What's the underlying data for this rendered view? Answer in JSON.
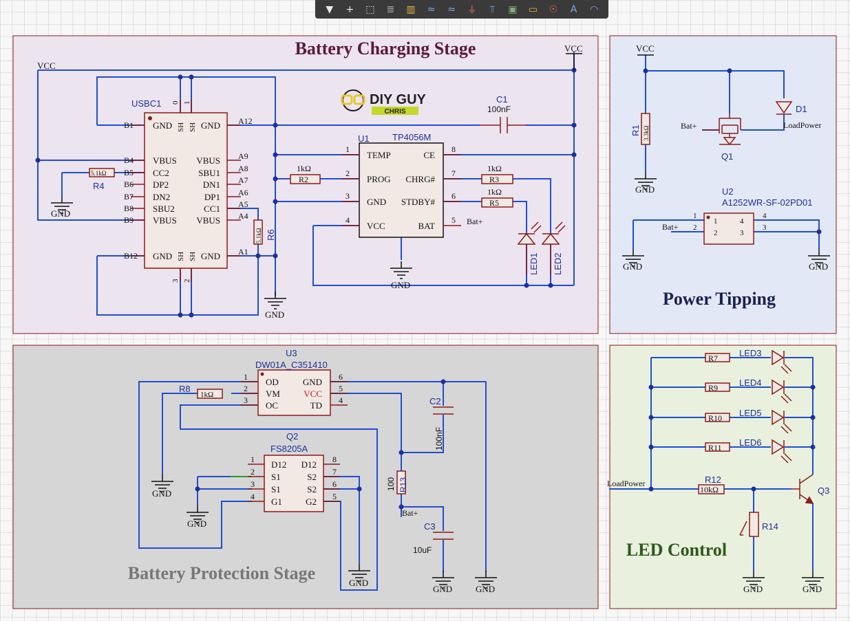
{
  "toolbar": {
    "tools": [
      {
        "name": "filter-icon",
        "glyph": "▼",
        "color": "#e8e8e8"
      },
      {
        "name": "crosshair-icon",
        "glyph": "+",
        "color": "#e8e8e8"
      },
      {
        "name": "select-box-icon",
        "glyph": "⬚",
        "color": "#e8e8e8"
      },
      {
        "name": "align-icon",
        "glyph": "≣",
        "color": "#aaaaaa"
      },
      {
        "name": "component-icon",
        "glyph": "▥",
        "color": "#e7b53b"
      },
      {
        "name": "wire-icon",
        "glyph": "≈",
        "color": "#7fa8e0"
      },
      {
        "name": "bus-icon",
        "glyph": "≈",
        "color": "#7fa8e0"
      },
      {
        "name": "ground-icon",
        "glyph": "⏚",
        "color": "#e26b5a"
      },
      {
        "name": "net-label-icon",
        "glyph": "⫪",
        "color": "#7fa8e0"
      },
      {
        "name": "net-port-icon",
        "glyph": "▣",
        "color": "#7fb07f"
      },
      {
        "name": "pin-icon",
        "glyph": "▭",
        "color": "#e7b53b"
      },
      {
        "name": "no-connect-icon",
        "glyph": "☉",
        "color": "#e26b5a"
      },
      {
        "name": "text-icon",
        "glyph": "A",
        "color": "#7fa8e0"
      },
      {
        "name": "arc-icon",
        "glyph": "◠",
        "color": "#7fa8e0"
      }
    ]
  },
  "colors": {
    "wire": "#1f4fd1",
    "symbol": "#8b1a1a",
    "text_blue": "#1f2f9a",
    "grid": "#c8c8c8",
    "pink_bg": "#ece4ef",
    "blue_bg": "#e2e8f5",
    "gray_bg": "#d6d6d6",
    "green_bg": "#e9f0de"
  },
  "titles": {
    "charging": "Battery Charging Stage",
    "tipping": "Power Tipping",
    "protection": "Battery Protection Stage",
    "led": "LED Control"
  },
  "logo": {
    "line1": "DIY GUY",
    "line2": "CHRIS"
  },
  "nets": {
    "vcc": "VCC",
    "gnd": "GND",
    "bat": "Bat+",
    "loadpower": "LoadPower"
  },
  "usbc1": {
    "ref": "USBC1",
    "pin_top": [
      "0",
      "1"
    ],
    "pin_bottom": [
      "3",
      "2"
    ],
    "left_pins": [
      "B1",
      "B4",
      "B5",
      "B6",
      "B7",
      "B8",
      "B9",
      "B12"
    ],
    "right_pins": [
      "A12",
      "A9",
      "A8",
      "A7",
      "A6",
      "A5",
      "A4",
      "A1"
    ],
    "left_names": [
      "GND",
      "VBUS",
      "CC2",
      "DP2",
      "DN2",
      "SBU2",
      "VBUS",
      "GND"
    ],
    "right_names": [
      "GND",
      "VBUS",
      "SBU1",
      "DN1",
      "DP1",
      "CC1",
      "VBUS",
      "GND"
    ],
    "sh": "SH"
  },
  "u1": {
    "ref": "U1",
    "part": "TP4056M",
    "left_pins": [
      "1",
      "2",
      "3",
      "4"
    ],
    "left_names": [
      "TEMP",
      "PROG",
      "GND",
      "VCC"
    ],
    "right_pins": [
      "8",
      "7",
      "6",
      "5"
    ],
    "right_names": [
      "CE",
      "CHRG#",
      "STDBY#",
      "BAT"
    ]
  },
  "c1": {
    "ref": "C1",
    "value": "100nF"
  },
  "r2": {
    "ref": "R2",
    "value": "1kΩ"
  },
  "r3": {
    "ref": "R3",
    "value": "1kΩ"
  },
  "r5": {
    "ref": "R5",
    "value": "1kΩ"
  },
  "r4": {
    "ref": "R4",
    "value": "5.1kΩ"
  },
  "r6": {
    "ref": "R6",
    "value": "5.1kΩ"
  },
  "leds12": [
    "LED1",
    "LED2"
  ],
  "r1": {
    "ref": "R1",
    "value": "3.3kΩ"
  },
  "q1": {
    "ref": "Q1"
  },
  "d1": {
    "ref": "D1"
  },
  "u2": {
    "ref": "U2",
    "part": "A1252WR-SF-02PD01",
    "outer_pins": [
      "1",
      "2",
      "4",
      "3"
    ],
    "inner_pins": [
      "1",
      "2",
      "4",
      "3"
    ]
  },
  "u3": {
    "ref": "U3",
    "part": "DW01A_C351410",
    "left_pins": [
      "1",
      "2",
      "3"
    ],
    "left_names": [
      "OD",
      "VM",
      "OC"
    ],
    "right_pins": [
      "6",
      "5",
      "4"
    ],
    "right_names": [
      "GND",
      "VCC",
      "TD"
    ]
  },
  "r8": {
    "ref": "R8",
    "value": "1kΩ"
  },
  "q2": {
    "ref": "Q2",
    "part": "FS8205A",
    "left_pins": [
      "1",
      "2",
      "3",
      "4"
    ],
    "left_names": [
      "D12",
      "S1",
      "S1",
      "G1"
    ],
    "right_pins": [
      "8",
      "7",
      "6",
      "5"
    ],
    "right_names": [
      "D12",
      "S2",
      "S2",
      "G2"
    ]
  },
  "c2": {
    "ref": "C2",
    "value": "100nF"
  },
  "r13": {
    "ref": "R13",
    "value": "100"
  },
  "c3": {
    "ref": "C3",
    "value": "10uF"
  },
  "leds": [
    {
      "r": "R7",
      "led": "LED3"
    },
    {
      "r": "R9",
      "led": "LED4"
    },
    {
      "r": "R10",
      "led": "LED5"
    },
    {
      "r": "R11",
      "led": "LED6"
    }
  ],
  "r12": {
    "ref": "R12",
    "value": "10kΩ"
  },
  "r14": {
    "ref": "R14"
  },
  "q3": {
    "ref": "Q3"
  }
}
